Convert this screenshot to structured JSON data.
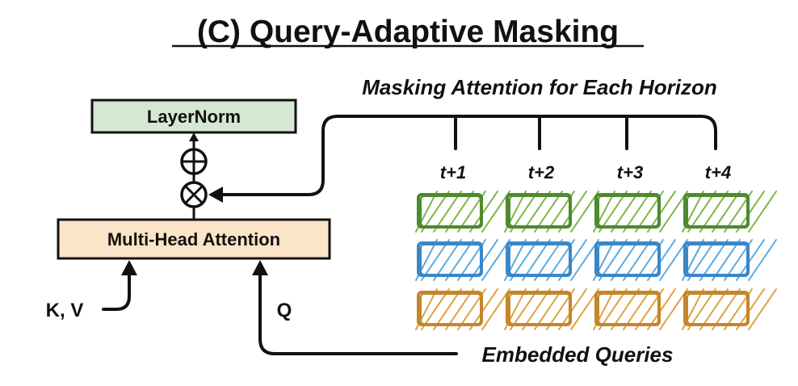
{
  "title": "(C) Query-Adaptive Masking",
  "layernorm": {
    "label": "LayerNorm",
    "fill": "#d5e8d4"
  },
  "mha": {
    "label": "Multi-Head Attention",
    "fill": "#fce4c8"
  },
  "kv_label": "K, V",
  "q_label": "Q",
  "masking_label": "Masking Attention for Each Horizon",
  "queries_label": "Embedded Queries",
  "horizons": [
    "t+1",
    "t+2",
    "t+3",
    "t+4"
  ],
  "operators": {
    "add": "add-operator",
    "multiply": "multiply-operator"
  },
  "query_colors": [
    "#4e8a2e",
    "#3a86c8",
    "#c4862a"
  ],
  "hatch_colors": [
    "#7ab648",
    "#5aa8e0",
    "#e0a040"
  ]
}
